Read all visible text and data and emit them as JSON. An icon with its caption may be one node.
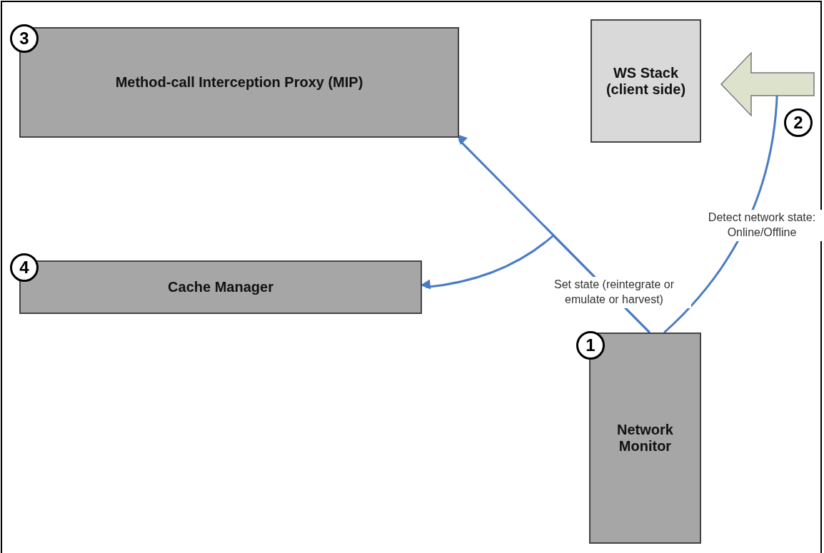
{
  "diagram": {
    "nodes": [
      {
        "text": [
          "Method-call Interception Proxy (MIP)"
        ]
      },
      {
        "text": [
          "WS Stack (client side)"
        ]
      },
      {
        "text": [],
        "shape": "arrow"
      },
      {
        "text": [
          "Cache Manager"
        ]
      },
      {
        "text": [
          "Network Monitor"
        ]
      }
    ],
    "labels": [
      "3",
      "2",
      "4",
      "1"
    ],
    "edges": [
      {
        "from": 4,
        "to": 0,
        "arrow": "to",
        "label": "Set state (reintegrate or emulate or harvest)"
      },
      {
        "from": 4,
        "to": 3,
        "arrow": "to"
      },
      {
        "from": 4,
        "to": 2,
        "arrow": "none",
        "label": "Detect network state: Online/Offline"
      }
    ]
  }
}
